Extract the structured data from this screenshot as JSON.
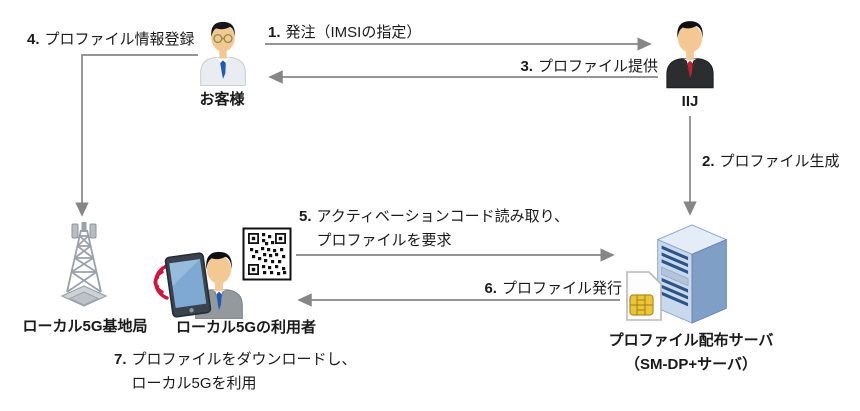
{
  "colors": {
    "text": "#1a1a1a",
    "arrow": "#868686",
    "wifi": "#d2143c",
    "tie-blue": "#2257b8",
    "tie-red": "#c0232f",
    "suit-dark": "#2c2d2f",
    "suit-gray": "#94999e",
    "shirt-light": "#e9edf1",
    "skin": "#f3c892",
    "server-top": "#e3ecf7",
    "server-front": "#c9d8ec",
    "server-side": "#7f9fc6",
    "server-slot": "#2a5585",
    "sim-gold": "#ecc437",
    "tower-gray": "#9aa1a8"
  },
  "actors": {
    "customer": {
      "label": "お客様"
    },
    "iij": {
      "label": "IIJ"
    },
    "base_station": {
      "label": "ローカル5G基地局"
    },
    "local5g_user": {
      "label": "ローカル5Gの利用者"
    },
    "profile_server": {
      "label_line1": "プロファイル配布サーバ",
      "label_line2": "（SM-DP+サーバ）"
    }
  },
  "steps": {
    "s1": {
      "num": "1.",
      "text": "発注（IMSIの指定）"
    },
    "s2": {
      "num": "2.",
      "text": "プロファイル生成"
    },
    "s3": {
      "num": "3.",
      "text": "プロファイル提供"
    },
    "s4": {
      "num": "4.",
      "text": "プロファイル情報登録"
    },
    "s5": {
      "num": "5.",
      "line1": "アクティベーションコード読み取り、",
      "line2": "プロファイルを要求"
    },
    "s6": {
      "num": "6.",
      "text": "プロファイル発行"
    },
    "s7": {
      "num": "7.",
      "line1": "プロファイルをダウンロードし、",
      "line2": "ローカル5Gを利用"
    }
  }
}
